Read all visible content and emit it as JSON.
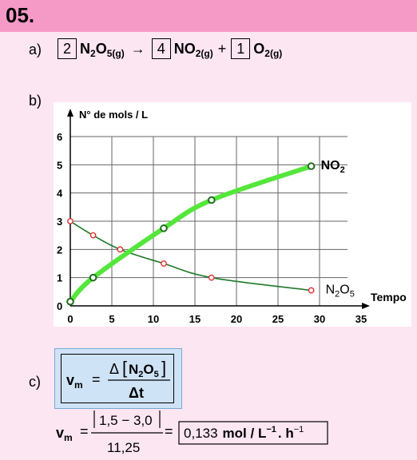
{
  "header": {
    "title": "05."
  },
  "part_a": {
    "label": "a)",
    "coef1": "2",
    "reactant": "N",
    "reactant_sub1": "2",
    "reactant_o": "O",
    "reactant_sub2": "5(g)",
    "arrow": "→",
    "coef2": "4",
    "product1": "NO",
    "product1_sub": "2(g)",
    "plus": "+",
    "coef3": "1",
    "product2": "O",
    "product2_sub": "2(g)"
  },
  "part_b": {
    "label": "b)"
  },
  "part_c": {
    "label": "c)",
    "vm": "v",
    "vm_sub": "m",
    "delta_num": "Δ",
    "delta_species": "N",
    "delta_sub1": "2",
    "delta_o": "O",
    "delta_sub2": "5",
    "delta_den": "Δt",
    "calc_num": "1,5 − 3,0",
    "calc_den": "11,25",
    "result": "0,133",
    "result_unit": "mol / L",
    "result_unit_exp": "−1",
    "result_unit2": ". h",
    "result_unit2_exp": "−1"
  },
  "colors": {
    "header": "#f59ac7",
    "background": "#fce6f1",
    "no2": "#55e63c",
    "n2o5": "#1e7a2a",
    "n2o5_marker": "#e03030",
    "no2_marker": "#1e6e1e"
  },
  "chart_data": {
    "type": "line",
    "ylabel": "N° de mols / L",
    "xlabel": "Tempo",
    "xlim": [
      0,
      35
    ],
    "ylim": [
      0,
      6
    ],
    "x_ticks": [
      "0",
      "5",
      "10",
      "15",
      "20",
      "25",
      "30",
      "35"
    ],
    "y_ticks": [
      "0",
      "1",
      "2",
      "3",
      "4",
      "5",
      "6"
    ],
    "grid": true,
    "series": [
      {
        "name": "NO2",
        "label_main": "NO",
        "label_sub": "2",
        "x": [
          0,
          2.75,
          11.25,
          17,
          29
        ],
        "y": [
          0.15,
          1.0,
          2.75,
          3.75,
          4.95
        ]
      },
      {
        "name": "N2O5",
        "label_main": "N",
        "label_sub1": "2",
        "label_o": "O",
        "label_sub2": "5",
        "x": [
          0,
          2.75,
          6,
          11.25,
          17,
          29
        ],
        "y": [
          3.0,
          2.5,
          2.0,
          1.5,
          1.0,
          0.55
        ]
      }
    ]
  }
}
